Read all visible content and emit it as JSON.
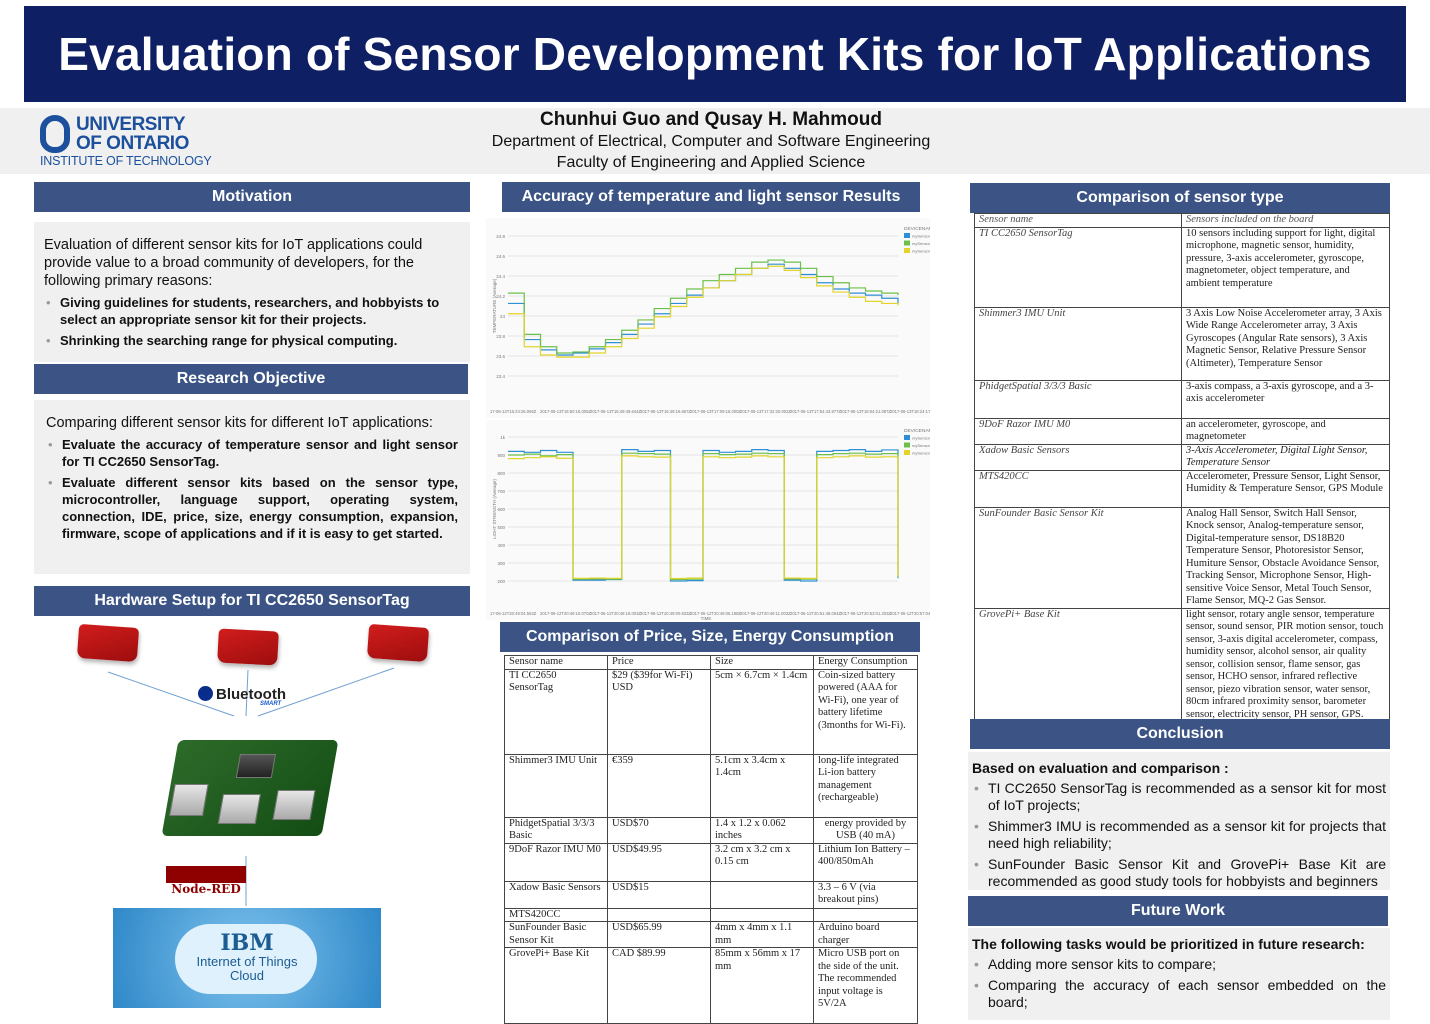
{
  "title": "Evaluation of Sensor Development Kits for IoT Applications",
  "authors": "Chunhui Guo and Qusay H. Mahmoud",
  "department": "Department of Electrical, Computer and Software Engineering",
  "faculty": "Faculty of Engineering and Applied Science",
  "logo": {
    "line1": "UNIVERSITY",
    "line2": "OF ONTARIO",
    "line3": "INSTITUTE OF TECHNOLOGY"
  },
  "motivation": {
    "heading": "Motivation",
    "intro": "Evaluation of different sensor kits for IoT applications could provide value to a broad community of developers, for the following primary reasons:",
    "bullets": [
      "Giving guidelines for students, researchers, and hobbyists to select an appropriate sensor kit for their projects.",
      "Shrinking the searching range for physical computing."
    ]
  },
  "objective": {
    "heading": "Research Objective",
    "intro": "Comparing different sensor kits for different IoT applications:",
    "bullets": [
      "Evaluate the accuracy of temperature sensor and light sensor for TI CC2650 SensorTag.",
      "Evaluate different sensor kits based on the sensor type, microcontroller, language support, operating system, connection, IDE, price, size, energy consumption, expansion, firmware, scope of applications and if it is easy to get started."
    ]
  },
  "hardware": {
    "heading": "Hardware Setup for TI CC2650 SensorTag",
    "bluetooth": "Bluetooth",
    "bluetooth_sub": "SMART",
    "nodered": "Node-RED",
    "ibm": "IBM",
    "ibm_line1": "Internet of Things",
    "ibm_line2": "Cloud"
  },
  "accuracy": {
    "heading": "Accuracy of temperature and light sensor Results"
  },
  "chart_data": [
    {
      "type": "line",
      "ylabel": "TEMPERATURE (Average)",
      "legend_title": "DEVICENAME",
      "legend": [
        "mySensorTag01",
        "mySensorTag02",
        "mySensorTag03"
      ],
      "y_ticks": [
        "23.4",
        "23.6",
        "23.8",
        "24",
        "24.2",
        "24.4",
        "24.6",
        "24.8"
      ],
      "x_ticks": [
        "17-06-13T16:24:26.066Z",
        "2017-06-13T16:50:16.005Z",
        "2017-06-13T16:49:49.644Z",
        "2017-06-13T16:49:16.667Z",
        "2017-06-13T17:09:16.000Z",
        "2017-06-13T17:32:20.002Z",
        "2017-06-13T17:54:43.877Z",
        "2017-06-13T18:04:21.087Z",
        "2017-06-13T18:24:17.889Z",
        "2017-06-13T18"
      ],
      "colors": [
        "#2e8fd6",
        "#6cc04a",
        "#e3d32a"
      ],
      "series": [
        {
          "name": "mySensorTag01",
          "values": [
            24.1,
            23.75,
            23.65,
            23.6,
            23.62,
            23.66,
            23.72,
            23.8,
            23.9,
            24.0,
            24.1,
            24.18,
            24.25,
            24.32,
            24.38,
            24.44,
            24.48,
            24.44,
            24.38,
            24.3,
            24.24,
            24.2,
            24.18,
            24.15,
            24.1
          ]
        },
        {
          "name": "mySensorTag02",
          "values": [
            24.2,
            23.8,
            23.68,
            23.62,
            23.63,
            23.68,
            23.75,
            23.84,
            23.94,
            24.05,
            24.15,
            24.24,
            24.32,
            24.38,
            24.44,
            24.5,
            24.52,
            24.5,
            24.44,
            24.36,
            24.3,
            24.25,
            24.22,
            24.2,
            24.18
          ]
        },
        {
          "name": "mySensorTag03",
          "values": [
            24.0,
            23.68,
            23.6,
            23.58,
            23.58,
            23.62,
            23.68,
            23.76,
            23.86,
            23.97,
            24.07,
            24.16,
            24.25,
            24.32,
            24.38,
            24.44,
            24.46,
            24.42,
            24.35,
            24.27,
            24.21,
            24.16,
            24.12,
            24.1,
            24.08
          ]
        }
      ],
      "ylim": [
        23.3,
        24.85
      ]
    },
    {
      "type": "line",
      "xlabel": "TIME",
      "ylabel": "LIGHT STRENGTH (Average)",
      "legend_title": "DEVICENAME",
      "legend": [
        "mySensorTag01",
        "mySensorTag02",
        "mySensorTag03"
      ],
      "y_ticks": [
        "200",
        "300",
        "400",
        "500",
        "600",
        "700",
        "800",
        "900",
        "1k"
      ],
      "x_ticks": [
        "17-06-12T20:49:04.553Z",
        "2017-06-12T20:49:10.070Z",
        "2017-06-12T20:48:18.003Z",
        "2017-06-12T20:49:00.833Z",
        "2017-06-12T20:49:05.198Z",
        "2017-06-12T20:49:11.003Z",
        "2017-06-12T20:51:48.064Z",
        "2017-06-12T20:53:01.203Z",
        "2017-06-12T20:57:04.002Z",
        "2017-06-12"
      ],
      "colors": [
        "#2e8fd6",
        "#6cc04a",
        "#e3d32a"
      ],
      "series": [
        {
          "name": "mySensorTag01",
          "values": [
            930,
            925,
            935,
            925,
            215,
            215,
            218,
            940,
            930,
            935,
            210,
            212,
            935,
            925,
            930,
            940,
            935,
            215,
            210,
            930,
            935,
            940,
            930,
            938,
            225
          ]
        },
        {
          "name": "mySensorTag02",
          "values": [
            910,
            915,
            905,
            912,
            220,
            222,
            220,
            920,
            918,
            915,
            218,
            220,
            918,
            912,
            915,
            920,
            918,
            222,
            220,
            912,
            918,
            920,
            915,
            918,
            230
          ]
        },
        {
          "name": "mySensorTag03",
          "values": [
            890,
            895,
            900,
            892,
            225,
            226,
            225,
            905,
            900,
            898,
            224,
            226,
            900,
            895,
            898,
            905,
            900,
            226,
            225,
            895,
            900,
            905,
            898,
            900,
            236
          ]
        }
      ],
      "ylim": [
        160,
        1060
      ]
    }
  ],
  "price": {
    "heading": "Comparison of Price, Size, Energy Consumption",
    "headers": [
      "Sensor name",
      "Price",
      "Size",
      "Energy Consumption"
    ],
    "rows": [
      [
        "TI CC2650 SensorTag",
        "$29 ($39for Wi-Fi) USD",
        "5cm × 6.7cm × 1.4cm",
        "Coin-sized battery powered (AAA for Wi-Fi), one year of battery lifetime (3months for Wi-Fi)."
      ],
      [
        "Shimmer3 IMU Unit",
        "€359",
        "5.1cm x 3.4cm x 1.4cm",
        "long-life integrated Li-ion battery management (rechargeable)"
      ],
      [
        "PhidgetSpatial 3/3/3 Basic",
        "USD$70",
        "1.4 x 1.2 x 0.062 inches",
        "energy provided by USB (40 mA)"
      ],
      [
        "9DoF Razor IMU M0",
        "USD$49.95",
        "3.2 cm x 3.2 cm x 0.15 cm",
        "Lithium Ion Battery – 400/850mAh"
      ],
      [
        "Xadow Basic Sensors",
        "USD$15",
        "",
        "3.3 – 6 V (via breakout pins)"
      ],
      [
        "MTS420CC",
        "",
        "",
        ""
      ],
      [
        "SunFounder Basic Sensor Kit",
        "USD$65.99",
        "4mm x 4mm x 1.1 mm",
        "Arduino board charger"
      ],
      [
        "GrovePi+ Base Kit",
        "CAD $89.99",
        "85mm x 56mm x 17 mm",
        "Micro USB port on the side of the unit. The recommended input voltage is 5V/2A"
      ]
    ]
  },
  "sensors": {
    "heading": "Comparison of sensor type",
    "headers": [
      "Sensor name",
      "Sensors included on the board"
    ],
    "rows": [
      [
        "TI CC2650 SensorTag",
        "10 sensors including support for light, digital microphone, magnetic sensor, humidity, pressure, 3-axis accelerometer, gyroscope, magnetometer, object temperature, and ambient temperature"
      ],
      [
        "Shimmer3 IMU Unit",
        "3 Axis Low Noise Accelerometer array, 3 Axis Wide Range Accelerometer array, 3 Axis Gyroscopes (Angular Rate sensors), 3 Axis Magnetic Sensor, Relative Pressure Sensor (Altimeter), Temperature Sensor"
      ],
      [
        "PhidgetSpatial 3/3/3 Basic",
        "3-axis compass, a 3-axis gyroscope, and a 3-axis accelerometer"
      ],
      [
        "9DoF Razor IMU M0",
        "an accelerometer, gyroscope, and magnetometer"
      ],
      [
        "Xadow Basic Sensors",
        "3-Axis Accelerometer, Digital Light Sensor, Temperature Sensor"
      ],
      [
        "MTS420CC",
        "Accelerometer, Pressure Sensor, Light Sensor, Humidity & Temperature Sensor, GPS Module"
      ],
      [
        "SunFounder Basic Sensor Kit",
        "Analog Hall Sensor, Switch Hall Sensor, Knock sensor, Analog-temperature sensor, Digital-temperature sensor, DS18B20 Temperature Sensor, Photoresistor Sensor, Humiture Sensor, Obstacle Avoidance Sensor, Tracking Sensor, Microphone Sensor, High-sensitive Voice Sensor, Metal Touch Sensor, Flame Sensor, MQ-2 Gas Sensor."
      ],
      [
        "GrovePi+ Base Kit",
        "light sensor, rotary angle sensor, temperature sensor, sound sensor, PIR motion sensor, touch sensor, 3-axis digital accelerometer, compass, humidity sensor, alcohol sensor, air quality sensor, collision sensor, flame sensor, gas sensor, HCHO sensor, infrared reflective sensor, piezo vibration sensor, water sensor, 80cm infrared proximity sensor, barometer sensor, electricity sensor, PH sensor, GPS."
      ]
    ]
  },
  "conclusion": {
    "heading": "Conclusion",
    "intro": "Based on evaluation and comparison :",
    "bullets": [
      "TI CC2650 SensorTag is recommended as a sensor kit for most of IoT projects;",
      "Shimmer3 IMU is recommended as a sensor kit for projects that need high reliability;",
      "SunFounder Basic Sensor Kit and GrovePi+ Base Kit are recommended as good study tools for hobbyists and beginners"
    ]
  },
  "future": {
    "heading": "Future Work",
    "intro": "The following tasks would be prioritized in future research:",
    "bullets": [
      "Adding more sensor kits to compare;",
      "Comparing the accuracy of each sensor embedded on the board;"
    ]
  }
}
